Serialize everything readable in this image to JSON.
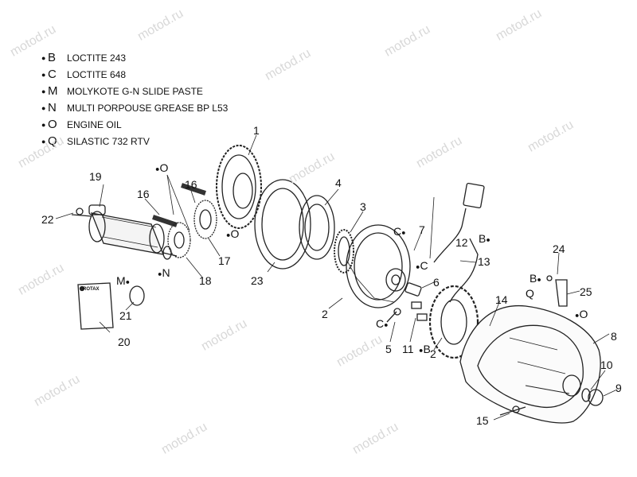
{
  "legend": [
    {
      "code": "B",
      "text": "LOCTITE 243"
    },
    {
      "code": "C",
      "text": "LOCTITE 648"
    },
    {
      "code": "M",
      "text": "MOLYKOTE G-N SLIDE PASTE"
    },
    {
      "code": "N",
      "text": "MULTI PORPOUSE GREASE BP L53"
    },
    {
      "code": "O",
      "text": "ENGINE OIL"
    },
    {
      "code": "Q",
      "text": "SILASTIC 732 RTV"
    }
  ],
  "callouts": [
    "1",
    "2",
    "2",
    "3",
    "4",
    "5",
    "6",
    "7",
    "8",
    "9",
    "10",
    "11",
    "12",
    "13",
    "14",
    "15",
    "16",
    "16",
    "17",
    "18",
    "19",
    "20",
    "21",
    "22",
    "23",
    "24",
    "25"
  ],
  "tags": [
    "O",
    "O",
    "M",
    "N",
    "C",
    "C",
    "C",
    "B",
    "B",
    "B",
    "Q",
    "O"
  ],
  "box_label": "ROTAX",
  "watermark": "motod.ru"
}
